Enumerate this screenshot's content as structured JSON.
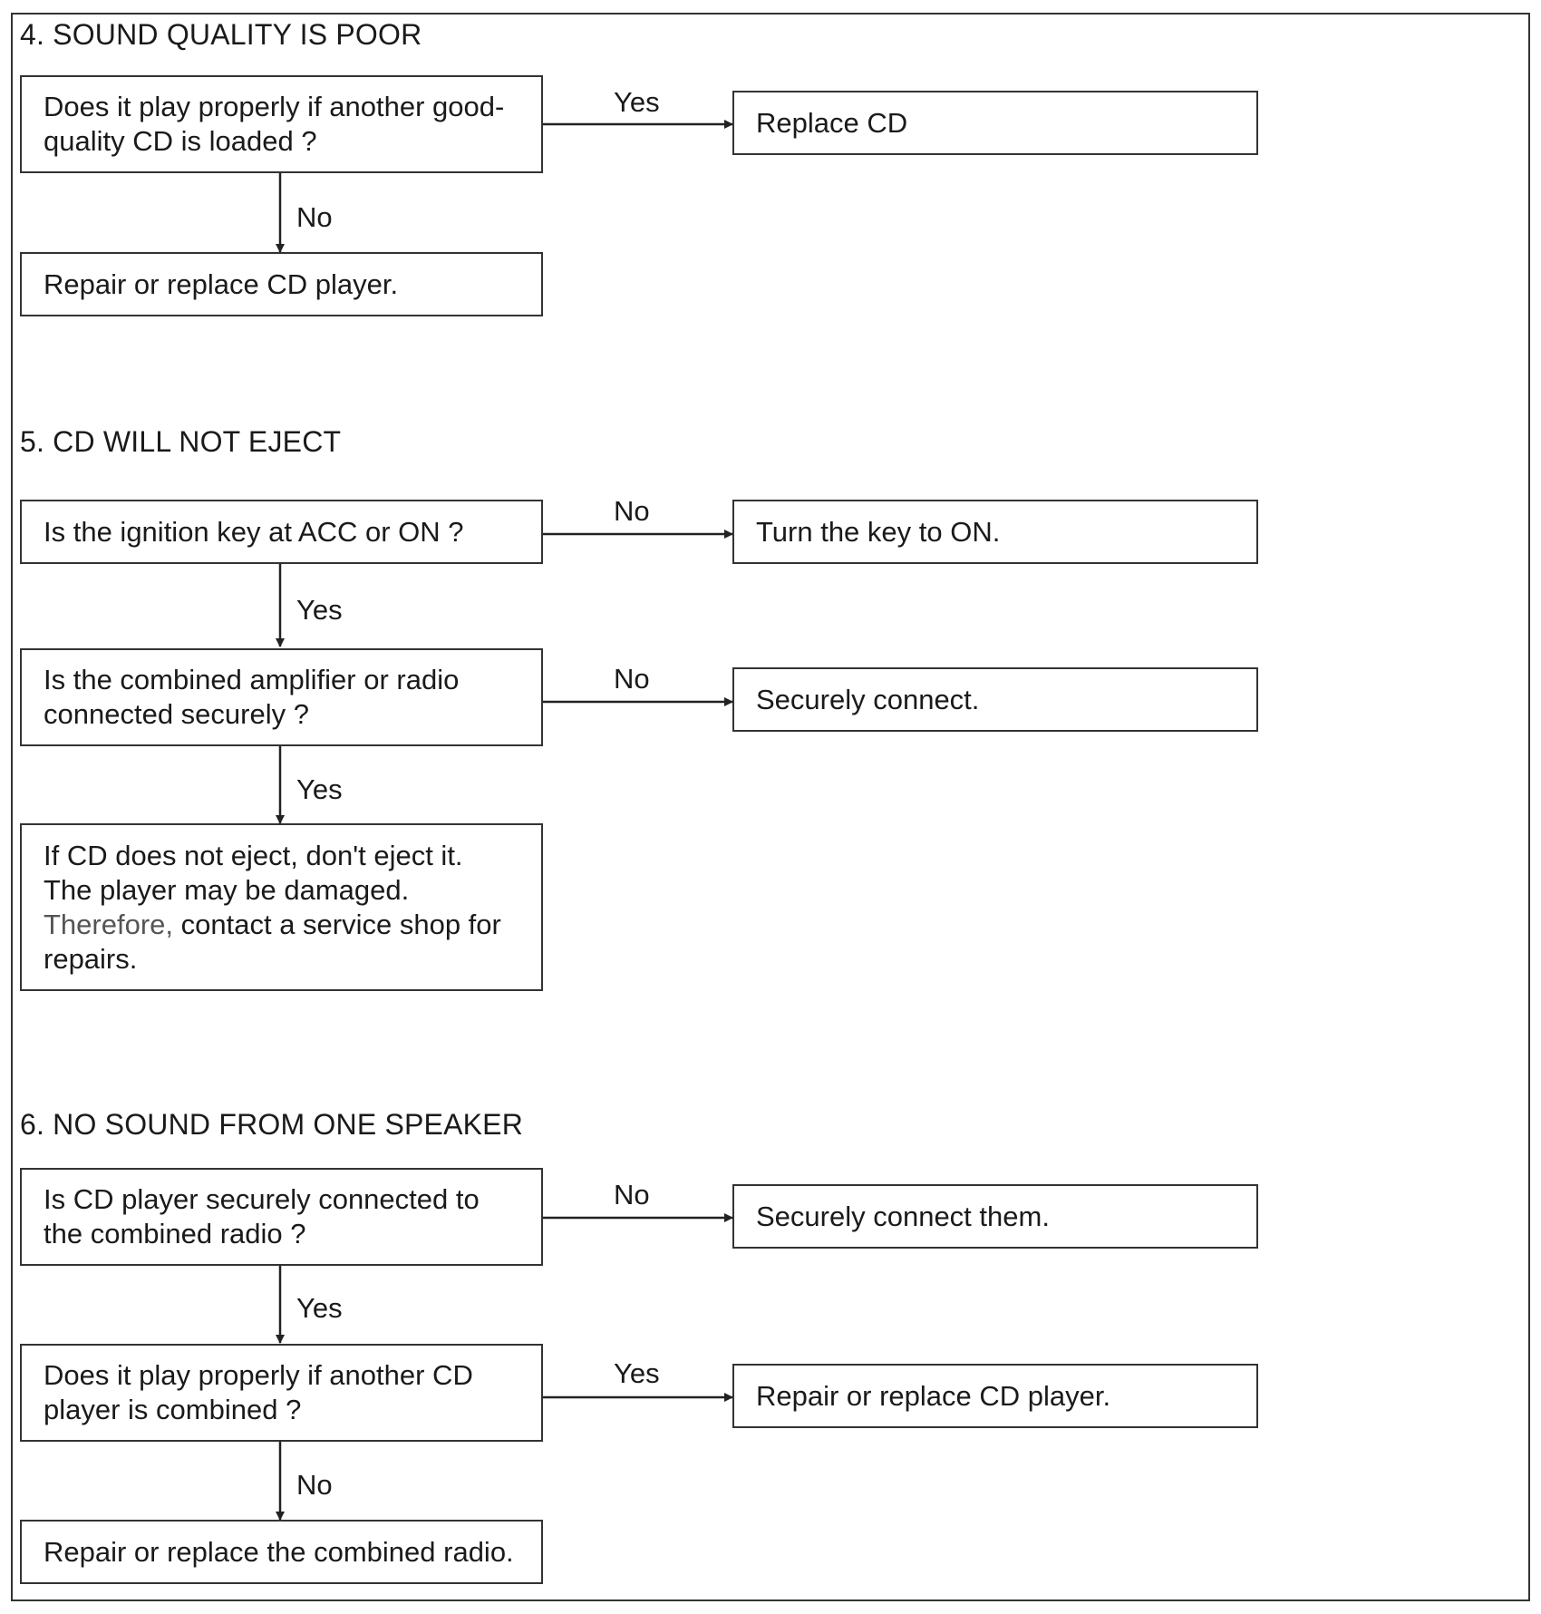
{
  "diagram": {
    "sections": [
      {
        "heading": "4.  SOUND QUALITY IS POOR",
        "q1": [
          "Does it play properly if another good-",
          "quality CD is loaded ?"
        ],
        "q1_right_label": "Yes",
        "q1_right": "Replace CD",
        "q1_down_label": "No",
        "end": "Repair or replace CD player."
      },
      {
        "heading": "5.  CD WILL NOT EJECT",
        "q1": "Is the ignition key at ACC or ON ?",
        "q1_right_label": "No",
        "q1_right": "Turn the key to ON.",
        "q1_down_label": "Yes",
        "q2": [
          "Is the combined amplifier or radio",
          "connected securely ?"
        ],
        "q2_right_label": "No",
        "q2_right": "Securely connect.",
        "q2_down_label": "Yes",
        "end": {
          "line1": "If  CD does not eject, don't eject it.",
          "line2": "The player may be damaged.",
          "line3_a": "Therefore,",
          "line3_b": " contact a service shop for",
          "line4": "repairs."
        }
      },
      {
        "heading": "6.  NO SOUND FROM ONE SPEAKER",
        "q1": [
          "Is CD player securely connected to",
          "the combined radio ?"
        ],
        "q1_right_label": "No",
        "q1_right": "Securely connect them.",
        "q1_down_label": "Yes",
        "q2": [
          "Does it play properly if another CD",
          "player is combined ?"
        ],
        "q2_right_label": "Yes",
        "q2_right": "Repair or replace CD player.",
        "q2_down_label": "No",
        "end": "Repair or replace the combined radio."
      }
    ]
  }
}
